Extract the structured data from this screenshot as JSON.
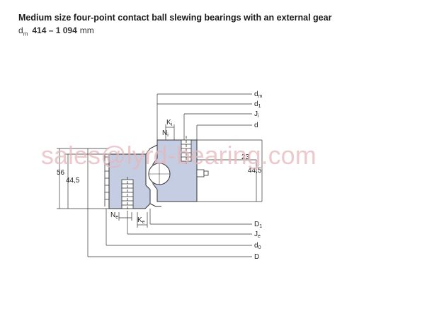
{
  "title": "Medium size four-point contact ball slewing bearings with an external gear",
  "subtitle": {
    "symbol": "d",
    "symbol_sub": "m",
    "range": "414 – 1 094",
    "unit": "mm"
  },
  "dimensions": {
    "dm": {
      "main": "d",
      "sub": "m"
    },
    "d1": {
      "main": "d",
      "sub": "1"
    },
    "Ji": {
      "main": "J",
      "sub": "i"
    },
    "d": {
      "main": "d",
      "sub": ""
    },
    "D1": {
      "main": "D",
      "sub": "1"
    },
    "Je": {
      "main": "J",
      "sub": "e"
    },
    "d0": {
      "main": "d",
      "sub": "0"
    },
    "D": {
      "main": "D",
      "sub": ""
    },
    "Ki": {
      "main": "K",
      "sub": "i"
    },
    "Ni": {
      "main": "N",
      "sub": "i"
    },
    "Ne": {
      "main": "N",
      "sub": "e"
    },
    "Ke": {
      "main": "K",
      "sub": "e"
    }
  },
  "heights": {
    "h56": "56",
    "h445_left": "44,5",
    "h23": "23",
    "h445_right": "44,5"
  },
  "watermark": "sales@lyrd-bearing.com",
  "colors": {
    "section_fill": "#c5cde3",
    "line": "#333333",
    "watermark": "#e6b8bc"
  }
}
